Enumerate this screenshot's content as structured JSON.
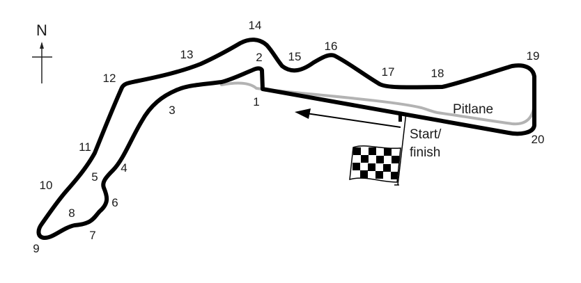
{
  "north": {
    "label": "N"
  },
  "turns": [
    "1",
    "2",
    "3",
    "4",
    "5",
    "6",
    "7",
    "8",
    "9",
    "10",
    "11",
    "12",
    "13",
    "14",
    "15",
    "16",
    "17",
    "18",
    "19",
    "20"
  ],
  "labels": {
    "pitlane": "Pitlane",
    "start_finish_line1": "Start/",
    "start_finish_line2": "finish"
  },
  "colors": {
    "track": "#000000",
    "pitlane": "#b3b3b3",
    "text": "#1a1a1a"
  }
}
